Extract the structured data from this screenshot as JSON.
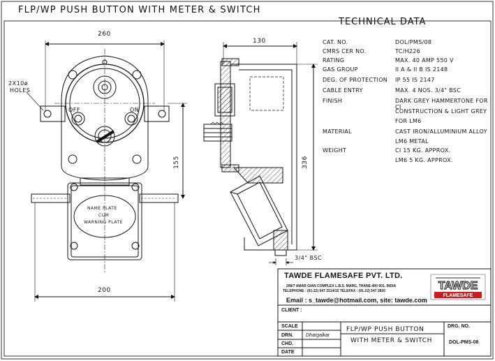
{
  "title": "FLP/WP PUSH BUTTON WITH METER & SWITCH",
  "tech_title": "TECHNICAL DATA",
  "specs": [
    {
      "label": "CAT. NO.",
      "value": "DOL/PMS/08"
    },
    {
      "label": "CMRS CER NO.",
      "value": "TC/H226"
    },
    {
      "label": "RATING",
      "value": "MAX. 40 AMP 550 V"
    },
    {
      "label": "GAS GROUP",
      "value": "II A & II B    IS 2148"
    },
    {
      "label": "DEG. OF PROTECTION",
      "value": "IP 55   IS 2147"
    },
    {
      "label": "CABLE ENTRY",
      "value": "MAX. 4 NOS. 3/4\" BSC"
    },
    {
      "label": "FINISH",
      "value": "DARK GREY HAMMERTONE FOR CI"
    },
    {
      "label": "",
      "value": "CONSTRUCTION & LIGHT GREY"
    },
    {
      "label": "",
      "value": "FOR LM6"
    },
    {
      "label": "MATERIAL",
      "value": "CAST IRON/ALLUMINIUM ALLOY"
    },
    {
      "label": "",
      "value": "LM6 METAL"
    },
    {
      "label": "WEIGHT",
      "value": "CI 15 KG. APPROX."
    },
    {
      "label": "",
      "value": "LM6  5  KG. APPROX."
    }
  ],
  "dims": {
    "d260": "260",
    "d130": "130",
    "d155": "155",
    "d336": "336",
    "d200": "200",
    "bsc": "3/4\" BSC"
  },
  "labels": {
    "holes1": "2X10ø",
    "holes2": "HOLES",
    "off": "OFF",
    "on": "ON",
    "plate1": "NAME PLATE",
    "plate2": "CUM",
    "plate3": "WARNING PLATE"
  },
  "company": {
    "name": "TAWDE FLAMESAFE PVT. LTD.",
    "addr1": "208/7 AMAR GIAN COMPLEX L.B.S. MARG, THANE-400 601. INDIA",
    "addr2": "TELEPHONE : (91-22) 547 2214/15  TELEFAX : (91-22) 547 2820",
    "email": "Email : s_tawde@hotmail.com,  site: tawde.com",
    "logo_top": "TAWDE",
    "logo_bottom": "FLAMESAFE"
  },
  "title_block": {
    "client": "CLIENT :",
    "scale": "SCALE",
    "drn": "DRN.",
    "drn_name": "Dhargalkar",
    "chd": "CHD.",
    "date": "DATE",
    "dwg_title1": "FLP/WP  PUSH BUTTON",
    "dwg_title2": "WITH METER & SWITCH",
    "drg_no_label": "DRG. NO.",
    "drg_no": "DOL-PMS-08"
  }
}
